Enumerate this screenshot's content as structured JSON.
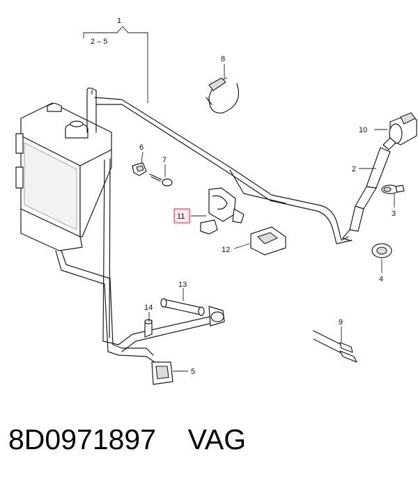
{
  "diagram": {
    "callouts": {
      "c1": "1",
      "c1_range": "2 – 5",
      "c2": "2",
      "c3": "3",
      "c4": "4",
      "c5": "5",
      "c6": "6",
      "c7": "7",
      "c8": "8",
      "c9": "9",
      "c10": "10",
      "c11": "11",
      "c12": "12",
      "c13": "13",
      "c14": "14"
    },
    "highlight_color": "#d4475a"
  },
  "footer": {
    "part_number": "8D0971897",
    "brand": "VAG"
  }
}
